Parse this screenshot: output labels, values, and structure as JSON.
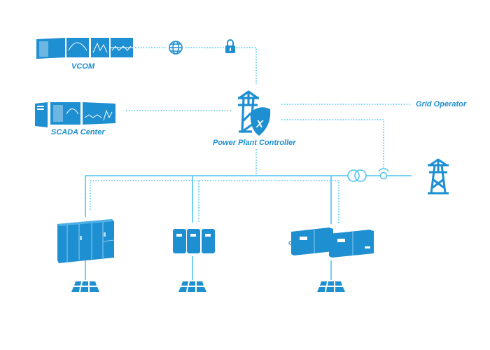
{
  "colors": {
    "primary": "#1e8fd1",
    "line": "#4fc3ef",
    "dotted": "#4fc3ef",
    "background": "#ffffff"
  },
  "labels": {
    "vcom": "VCOM",
    "scada": "SCADA Center",
    "ppc": "Power Plant Controller",
    "grid_operator": "Grid Operator"
  },
  "nodes": [
    {
      "id": "vcom",
      "label": "VCOM",
      "icon": "monitor-wall-icon"
    },
    {
      "id": "internet",
      "icon": "globe-icon"
    },
    {
      "id": "secure",
      "icon": "lock-icon"
    },
    {
      "id": "scada",
      "label": "SCADA Center",
      "icon": "server-monitors-icon"
    },
    {
      "id": "ppc",
      "label": "Power Plant Controller",
      "icon": "pylon-shield-icon"
    },
    {
      "id": "grid-operator",
      "label": "Grid Operator"
    },
    {
      "id": "transformer",
      "icon": "transformer-icon"
    },
    {
      "id": "meter",
      "icon": "meter-point-icon"
    },
    {
      "id": "grid",
      "icon": "transmission-tower-icon"
    },
    {
      "id": "central-inverter",
      "icon": "central-inverter-icon"
    },
    {
      "id": "string-inverters",
      "icon": "string-inverters-icon"
    },
    {
      "id": "wall-inverters",
      "icon": "wall-inverters-icon"
    },
    {
      "id": "pv-1",
      "icon": "solar-panel-icon"
    },
    {
      "id": "pv-2",
      "icon": "solar-panel-icon"
    },
    {
      "id": "pv-3",
      "icon": "solar-panel-icon"
    }
  ]
}
